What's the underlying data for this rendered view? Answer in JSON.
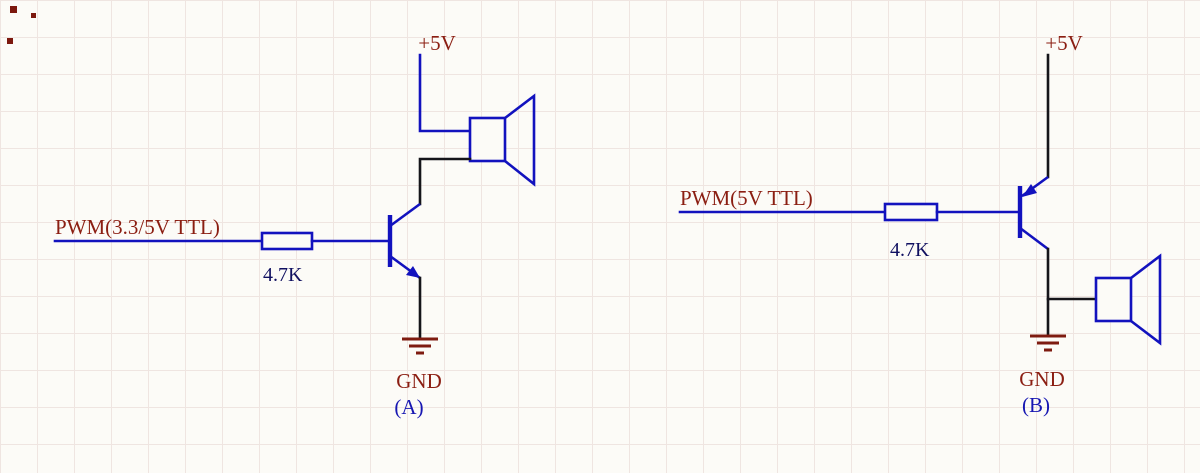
{
  "colors": {
    "bg": "#fcfbf7",
    "grid": "#efe5e1",
    "wire": "#1212be",
    "wire_dark": "#15151a",
    "label": "#8b1e12",
    "ground": "#7e1b10",
    "value": "#0f0f60",
    "designator": "#1717b2",
    "marker": "#7c180e"
  },
  "circuit_a": {
    "power_label": "+5V",
    "input_label": "PWM(3.3/5V TTL)",
    "resistor_value": "4.7K",
    "ground_label": "GND",
    "designator": "(A)"
  },
  "circuit_b": {
    "power_label": "+5V",
    "input_label": "PWM(5V TTL)",
    "resistor_value": "4.7K",
    "ground_label": "GND",
    "designator": "(B)"
  }
}
